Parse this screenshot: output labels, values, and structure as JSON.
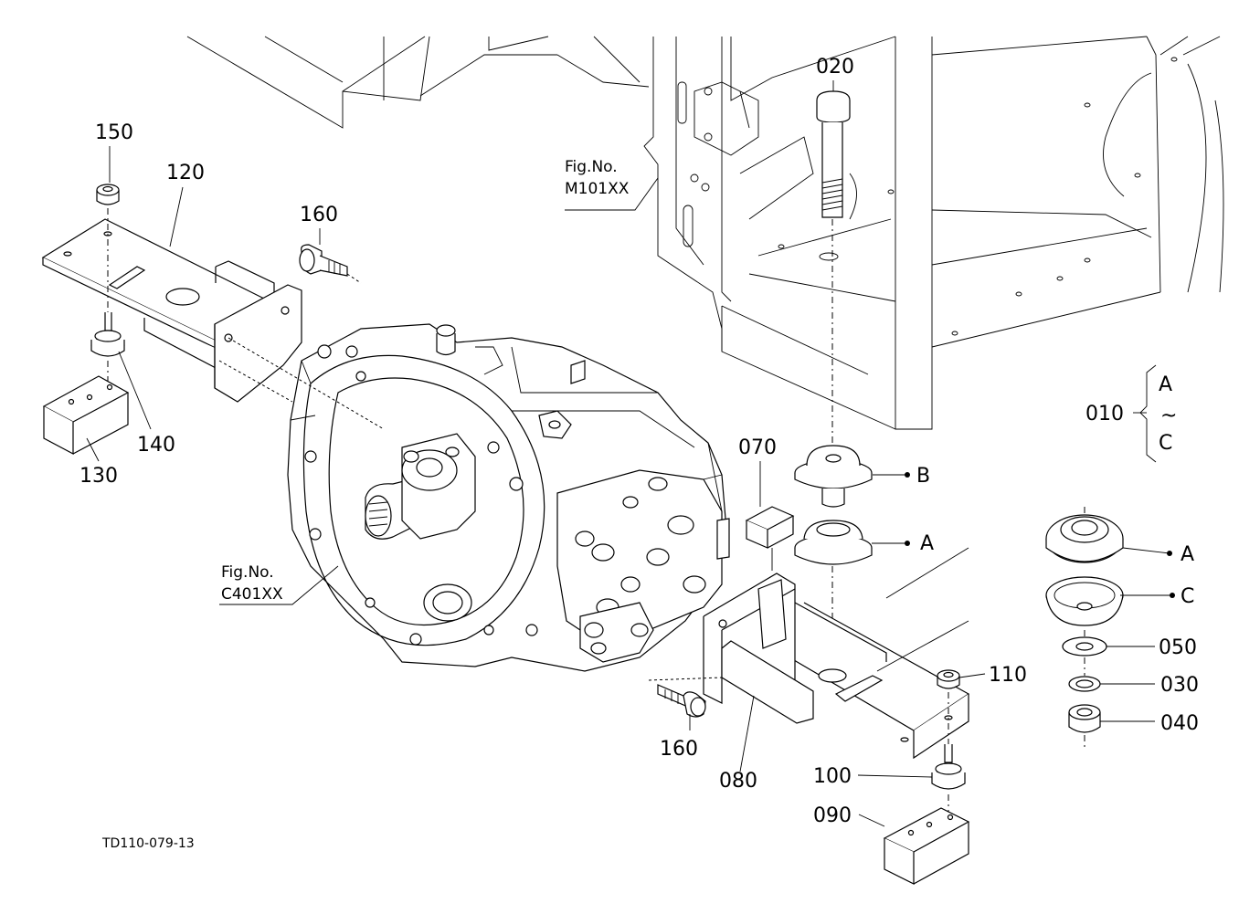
{
  "diagram": {
    "code": "TD110-079-13",
    "figure_refs": [
      {
        "line1": "Fig.No.",
        "line2": "M101XX"
      },
      {
        "line1": "Fig.No.",
        "line2": "C401XX"
      }
    ],
    "parts": [
      {
        "no": "020"
      },
      {
        "no": "150"
      },
      {
        "no": "120"
      },
      {
        "no": "160"
      },
      {
        "no": "140"
      },
      {
        "no": "130"
      },
      {
        "no": "070"
      },
      {
        "no": "010"
      },
      {
        "no": "050"
      },
      {
        "no": "030"
      },
      {
        "no": "040"
      },
      {
        "no": "110"
      },
      {
        "no": "160"
      },
      {
        "no": "080"
      },
      {
        "no": "100"
      },
      {
        "no": "090"
      }
    ],
    "group_letters": {
      "top": "A",
      "tilde": "~",
      "bottom": "C"
    },
    "callout_letters": [
      "B",
      "A",
      "A",
      "C"
    ]
  }
}
